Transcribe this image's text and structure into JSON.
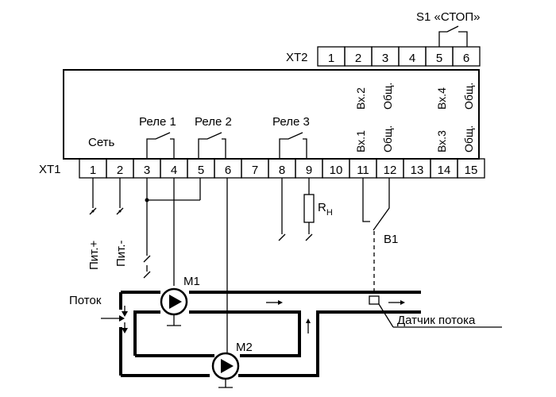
{
  "xt1": {
    "label": "XT1",
    "terminals": [
      "1",
      "2",
      "3",
      "4",
      "5",
      "6",
      "7",
      "8",
      "9",
      "10",
      "11",
      "12",
      "13",
      "14",
      "15"
    ]
  },
  "xt2": {
    "label": "XT2",
    "terminals": [
      "1",
      "2",
      "3",
      "4",
      "5",
      "6"
    ]
  },
  "device": {
    "seti_label": "Сеть",
    "relay1_label": "Реле 1",
    "relay2_label": "Реле 2",
    "relay3_label": "Реле 3",
    "inputs_bottom": [
      "Вх.1",
      "Общ.",
      "Вх.3",
      "Общ."
    ],
    "inputs_top": [
      "Вх.2",
      "Общ.",
      "Вх.4",
      "Общ."
    ]
  },
  "stop_switch_label": "S1 «СТОП»",
  "power": {
    "plus_label": "Пит.+",
    "minus_label": "Пит.-"
  },
  "load": {
    "r_label": "R",
    "r_sub": "Н"
  },
  "sensor_switch_label": "B1",
  "pumps": {
    "m1_label": "M1",
    "m2_label": "M2"
  },
  "flow_label": "Поток",
  "flow_sensor_label": "Датчик потока"
}
